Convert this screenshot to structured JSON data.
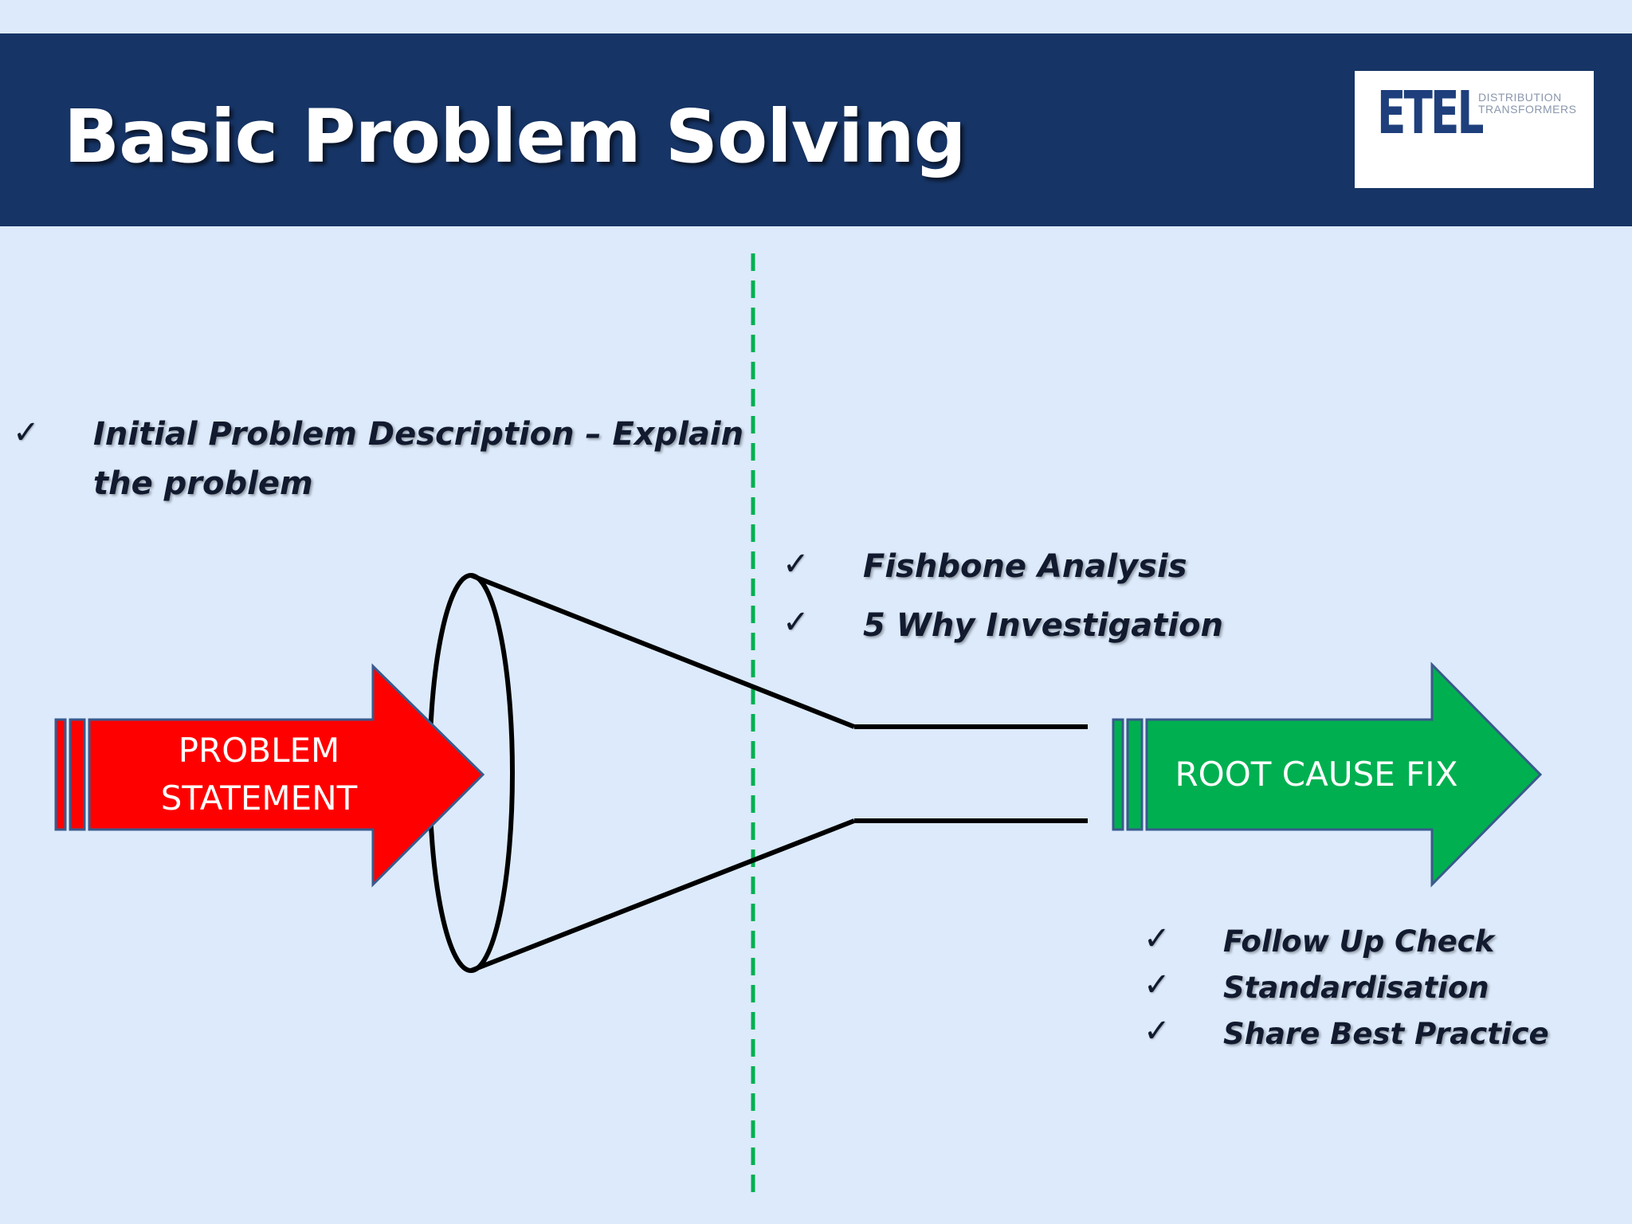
{
  "slide": {
    "title": "Basic Problem Solving",
    "logo": {
      "mark": "ETEL",
      "subtitle_line1": "DISTRIBUTION",
      "subtitle_line2": "TRANSFORMERS"
    }
  },
  "colors": {
    "header_bg": "#163465",
    "page_bg": "#dceafb",
    "problem_arrow": "#ff0000",
    "root_cause_arrow": "#00b050",
    "divider": "#00b050"
  },
  "stage_define": {
    "check_icon": "check-mark-icon",
    "items": [
      "Initial Problem Description – Explain",
      "the problem"
    ]
  },
  "stage_analyse": {
    "check_icon": "check-mark-icon",
    "items": [
      "Fishbone Analysis",
      "5 Why Investigation"
    ]
  },
  "stage_sustain": {
    "check_icon": "check-mark-icon",
    "items": [
      "Follow Up Check",
      "Standardisation",
      "Share Best Practice"
    ]
  },
  "problem_arrow": {
    "line1": "PROBLEM",
    "line2": "STATEMENT"
  },
  "root_cause_arrow": {
    "label": "ROOT CAUSE FIX"
  },
  "check_glyph": "✓"
}
